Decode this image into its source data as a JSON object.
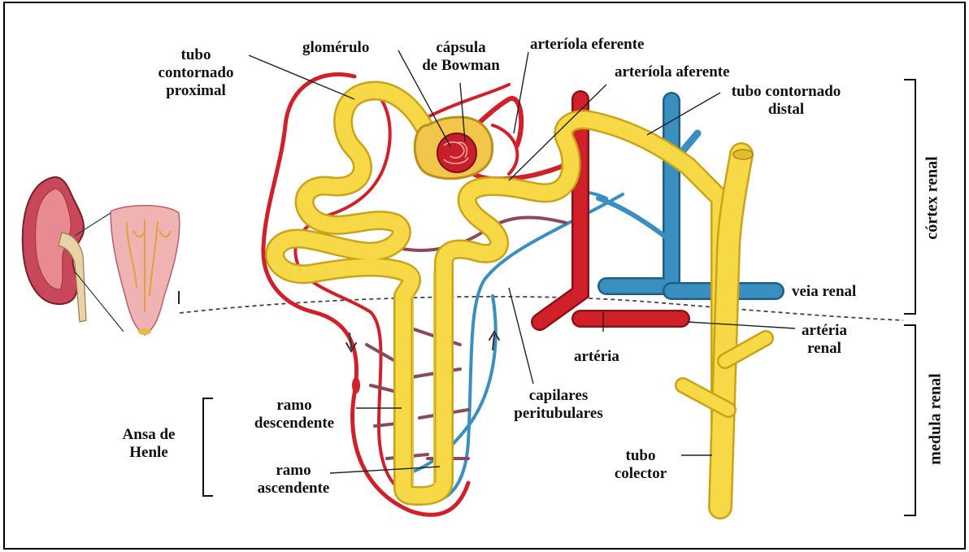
{
  "labels": {
    "tubo_proximal": "tubo\ncontornado\nproximal",
    "glomerulo": "glomérulo",
    "capsula": "cápsula\nde Bowman",
    "arteriola_eferente": "arteríola eferente",
    "arteriola_aferente": "arteríola aferente",
    "tubo_distal": "tubo contornado\ndistal",
    "cortex_renal": "córtex renal",
    "medula_renal": "medula renal",
    "veia_renal": "veia renal",
    "arteria": "artéria",
    "arteria_renal": "artéria\nrenal",
    "capilares": "capilares\nperitubulares",
    "ramo_descendente": "ramo\ndescendente",
    "ramo_ascendente": "ramo\nascendente",
    "ansa_de_henle": "Ansa de\nHenle",
    "tubo_colector": "tubo\ncolector"
  },
  "colors": {
    "tubule": "#f7d847",
    "tubule_outline": "#c9a41a",
    "artery": "#d0212a",
    "artery_dark": "#8f1118",
    "vein": "#3a8fc0",
    "vein_dark": "#1f5f86",
    "capillary_mix": "#8b4a5a",
    "kidney": "#c8475a"
  }
}
